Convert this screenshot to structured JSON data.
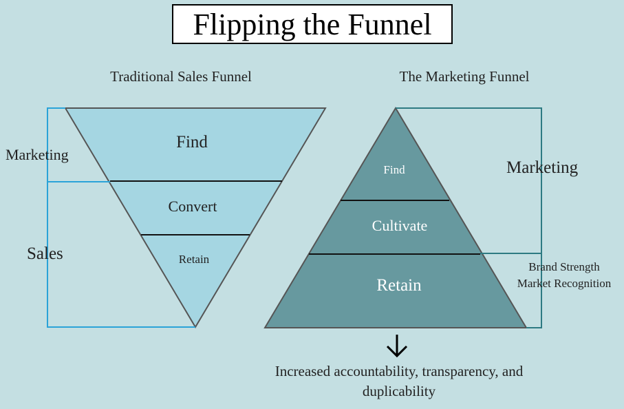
{
  "title": "Flipping the Funnel",
  "traditional": {
    "heading": "Traditional Sales Funnel",
    "stages": [
      "Find",
      "Convert",
      "Retain"
    ],
    "bracket_top": "Marketing",
    "bracket_bottom": "Sales"
  },
  "marketing": {
    "heading": "The Marketing Funnel",
    "stages": [
      "Find",
      "Cultivate",
      "Retain"
    ],
    "bracket_top": "Marketing",
    "bracket_bottom_line1": "Brand Strength",
    "bracket_bottom_line2": "Market Recognition"
  },
  "outcome": "Increased accountability, transparency, and duplicability",
  "colors": {
    "background": "#c4dfe2",
    "traditional_fill": "#a5d6e2",
    "marketing_fill": "#67999f",
    "bracket_left": "#2aa3d8",
    "bracket_right": "#2d7a82"
  }
}
